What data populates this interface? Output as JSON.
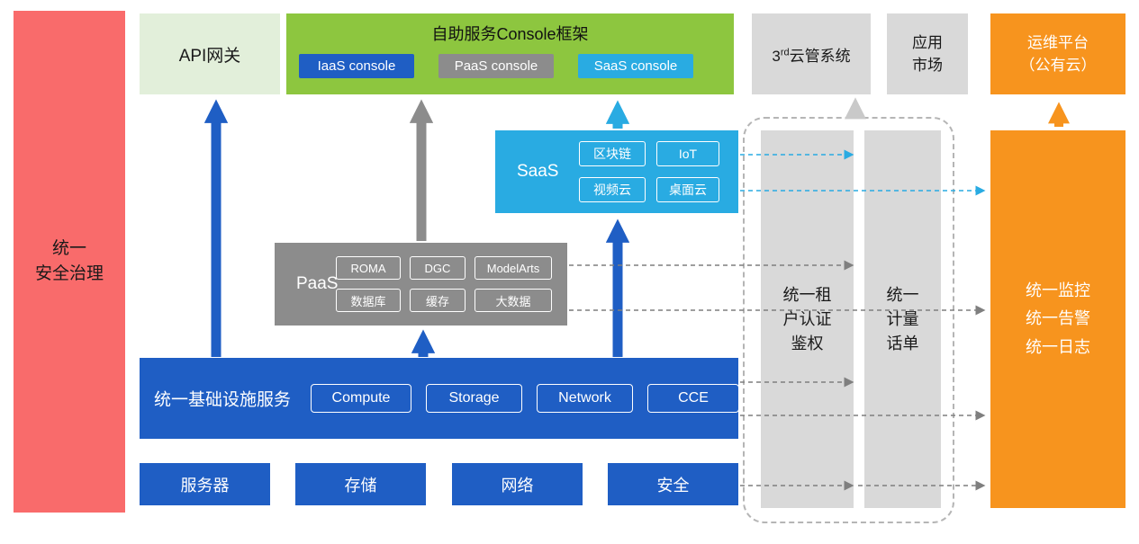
{
  "colors": {
    "red": "#f96b6b",
    "light-green": "#e2efda",
    "green": "#8dc63f",
    "blue": "#1f5ec4",
    "gray": "#8c8c8c",
    "cyan": "#29abe2",
    "light-gray": "#d9d9d9",
    "orange": "#f7941e",
    "dash-border": "#b5b5b5",
    "dash-line": "#7f7f7f",
    "arrow-light": "#c9c9c9",
    "ink": "#1a1a1a"
  },
  "security_bar": {
    "label": "统一\n安全治理"
  },
  "api_gateway": {
    "label": "API网关"
  },
  "console_frame": {
    "title": "自助服务Console框架",
    "consoles": [
      {
        "label": "IaaS console"
      },
      {
        "label": "PaaS console"
      },
      {
        "label": "SaaS console"
      }
    ]
  },
  "third_party": {
    "num": "3",
    "sup": "rd",
    "rest": "云管系统"
  },
  "app_market": {
    "label": "应用\n市场"
  },
  "ops_platform": {
    "label": "运维平台\n（公有云）"
  },
  "saas_layer": {
    "label": "SaaS",
    "items": [
      "区块链",
      "IoT",
      "视频云",
      "桌面云"
    ]
  },
  "paas_layer": {
    "label": "PaaS",
    "items": [
      "ROMA",
      "DGC",
      "ModelArts",
      "数据库",
      "缓存",
      "大数据"
    ]
  },
  "iaas_layer": {
    "label": "统一基础设施服务",
    "items": [
      "Compute",
      "Storage",
      "Network",
      "CCE"
    ]
  },
  "hardware_layer": {
    "items": [
      "服务器",
      "存储",
      "网络",
      "安全"
    ]
  },
  "auth_bar": {
    "label": "统一租\n户认证\n鉴权"
  },
  "metering_bar": {
    "label": "统一\n计量\n话单"
  },
  "monitor_bar": {
    "label": "统一监控\n统一告警\n统一日志"
  }
}
